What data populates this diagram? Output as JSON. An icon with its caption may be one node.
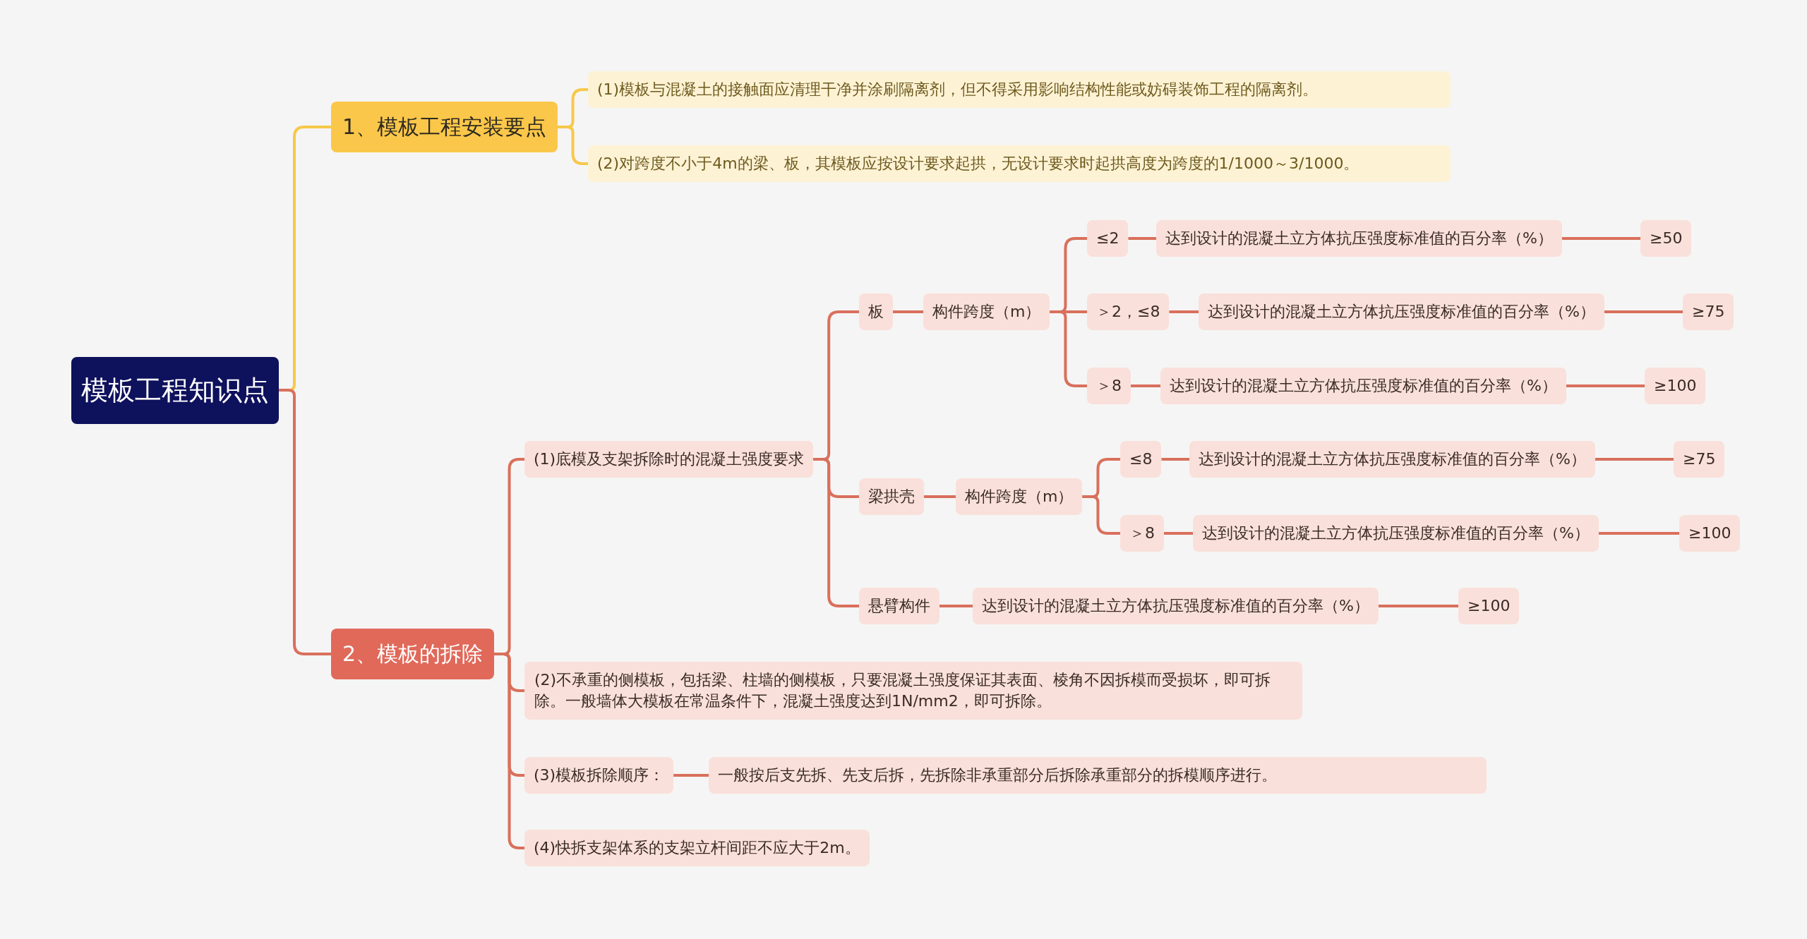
{
  "diagram": {
    "nodes": [
      {
        "text": [
          "模板工程知识点"
        ]
      },
      {
        "text": [
          "1、模板工程安装要点"
        ]
      },
      {
        "text": [
          "(1)模板与混凝土的接触面应清理干净并涂刷隔离剂，但不得采用影响结构性能或妨碍装饰工程的隔离剂。"
        ]
      },
      {
        "text": [
          "(2)对跨度不小于4m的梁、板，其模板应按设计要求起拱，无设计要求时起拱高度为跨度的1/1000～3/1000。"
        ]
      },
      {
        "text": [
          "2、模板的拆除"
        ]
      },
      {
        "text": [
          "(1)底模及支架拆除时的混凝土强度要求"
        ]
      },
      {
        "text": [
          "板"
        ]
      },
      {
        "text": [
          "构件跨度（m）"
        ]
      },
      {
        "text": [
          "≤2"
        ]
      },
      {
        "text": [
          "达到设计的混凝土立方体抗压强度标准值的百分率（%）"
        ]
      },
      {
        "text": [
          "≥50"
        ]
      },
      {
        "text": [
          "＞2，≤8"
        ]
      },
      {
        "text": [
          "达到设计的混凝土立方体抗压强度标准值的百分率（%）"
        ]
      },
      {
        "text": [
          "≥75"
        ]
      },
      {
        "text": [
          "＞8"
        ]
      },
      {
        "text": [
          "达到设计的混凝土立方体抗压强度标准值的百分率（%）"
        ]
      },
      {
        "text": [
          "≥100"
        ]
      },
      {
        "text": [
          "梁拱壳"
        ]
      },
      {
        "text": [
          "构件跨度（m）"
        ]
      },
      {
        "text": [
          "≤8"
        ]
      },
      {
        "text": [
          "达到设计的混凝土立方体抗压强度标准值的百分率（%）"
        ]
      },
      {
        "text": [
          "≥75"
        ]
      },
      {
        "text": [
          "＞8"
        ]
      },
      {
        "text": [
          "达到设计的混凝土立方体抗压强度标准值的百分率（%）"
        ]
      },
      {
        "text": [
          "≥100"
        ]
      },
      {
        "text": [
          "悬臂构件"
        ]
      },
      {
        "text": [
          "达到设计的混凝土立方体抗压强度标准值的百分率（%）"
        ]
      },
      {
        "text": [
          "≥100"
        ]
      },
      {
        "text": [
          "(2)不承重的侧模板，包括梁、柱墙的侧模板，只要混凝土强度保证其表面、棱角不因拆模而受损坏，即可拆除。一般墙体大模板在常温条件下，混凝土强度达到1N/mm2，即可拆除。"
        ]
      },
      {
        "text": [
          "(3)模板拆除顺序："
        ]
      },
      {
        "text": [
          "一般按后支先拆、先支后拆，先拆除非承重部分后拆除承重部分的拆模顺序进行。"
        ]
      },
      {
        "text": [
          "(4)快拆支架体系的支架立杆间距不应大于2m。"
        ]
      }
    ],
    "edges": [
      {
        "from": 0,
        "to": 1,
        "arrow": "none",
        "color": "#f7c84a"
      },
      {
        "from": 1,
        "to": 2,
        "arrow": "none",
        "color": "#f7c84a"
      },
      {
        "from": 1,
        "to": 3,
        "arrow": "none",
        "color": "#f7c84a"
      },
      {
        "from": 0,
        "to": 4,
        "arrow": "none"
      },
      {
        "from": 4,
        "to": 5,
        "arrow": "none"
      },
      {
        "from": 5,
        "to": 6,
        "arrow": "none"
      },
      {
        "from": 6,
        "to": 7,
        "arrow": "none"
      },
      {
        "from": 7,
        "to": 8,
        "arrow": "none"
      },
      {
        "from": 8,
        "to": 9,
        "arrow": "none"
      },
      {
        "from": 9,
        "to": 10,
        "arrow": "none"
      },
      {
        "from": 7,
        "to": 11,
        "arrow": "none"
      },
      {
        "from": 11,
        "to": 12,
        "arrow": "none"
      },
      {
        "from": 12,
        "to": 13,
        "arrow": "none"
      },
      {
        "from": 7,
        "to": 14,
        "arrow": "none"
      },
      {
        "from": 14,
        "to": 15,
        "arrow": "none"
      },
      {
        "from": 15,
        "to": 16,
        "arrow": "none"
      },
      {
        "from": 5,
        "to": 17,
        "arrow": "none"
      },
      {
        "from": 17,
        "to": 18,
        "arrow": "none"
      },
      {
        "from": 18,
        "to": 19,
        "arrow": "none"
      },
      {
        "from": 19,
        "to": 20,
        "arrow": "none"
      },
      {
        "from": 20,
        "to": 21,
        "arrow": "none"
      },
      {
        "from": 18,
        "to": 22,
        "arrow": "none"
      },
      {
        "from": 22,
        "to": 23,
        "arrow": "none"
      },
      {
        "from": 23,
        "to": 24,
        "arrow": "none"
      },
      {
        "from": 5,
        "to": 25,
        "arrow": "none"
      },
      {
        "from": 25,
        "to": 26,
        "arrow": "none"
      },
      {
        "from": 26,
        "to": 27,
        "arrow": "none"
      },
      {
        "from": 4,
        "to": 28,
        "arrow": "none"
      },
      {
        "from": 4,
        "to": 29,
        "arrow": "none"
      },
      {
        "from": 29,
        "to": 30,
        "arrow": "none"
      },
      {
        "from": 4,
        "to": 31,
        "arrow": "none"
      }
    ]
  }
}
